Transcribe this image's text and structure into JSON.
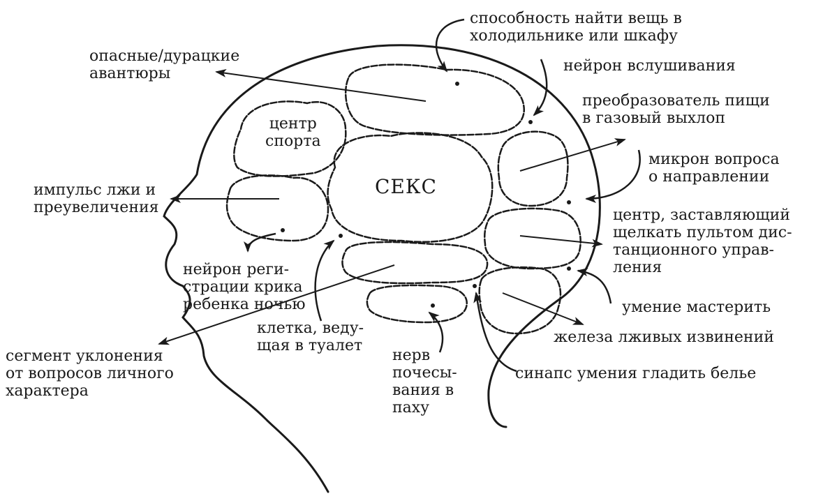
{
  "colors": {
    "ink": "#1a1a1a",
    "background": "#ffffff"
  },
  "center": "СЕКС",
  "labels": {
    "fridge": [
      "способность найти вещь в",
      "холодильнике или шкафу"
    ],
    "adventures": [
      "опасные/дурацкие",
      "авантюры"
    ],
    "listening": [
      "нейрон вслушивания"
    ],
    "food": [
      "преобразователь пищи",
      "в газовый выхлоп"
    ],
    "sport": [
      "центр",
      "спорта"
    ],
    "directions": [
      "микрон вопроса",
      "о направлении"
    ],
    "lies": [
      "импульс лжи и",
      "преувеличения"
    ],
    "remote": [
      "центр, заставляющий",
      "щелкать пультом дис-",
      "танционного управ-",
      "ления"
    ],
    "baby": [
      "нейрон реги-",
      "страции крика",
      "ребенка ночью"
    ],
    "crafting": [
      "умение мастерить"
    ],
    "toilet": [
      "клетка, веду-",
      "щая в туалет"
    ],
    "apologies": [
      "железа лживых извинений"
    ],
    "personal": [
      "сегмент уклонения",
      "от вопросов личного",
      "характера"
    ],
    "scratch": [
      "нерв",
      "почесы-",
      "вания в",
      "паху"
    ],
    "ironing": [
      "синапс умения гладить белье"
    ]
  }
}
